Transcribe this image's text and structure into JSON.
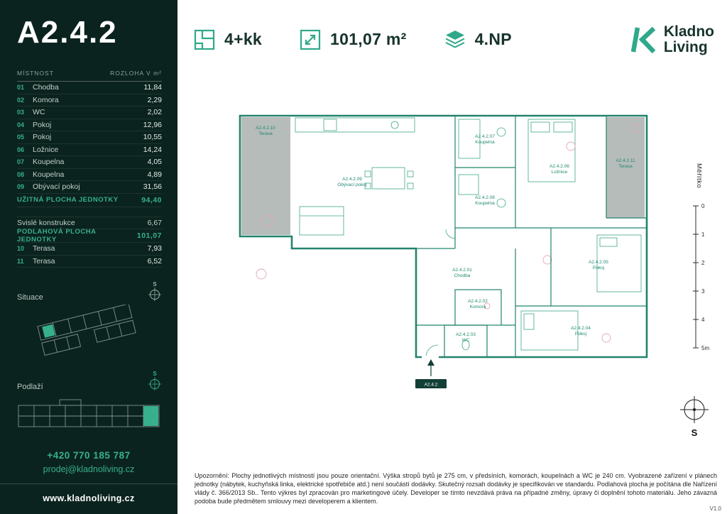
{
  "colors": {
    "accent": "#36b08d",
    "sidebar_bg": "#0b231e",
    "plan_line": "#23836d",
    "brand_green": "#2fa98a",
    "terrace_gray": "#b6bcba"
  },
  "icons": {
    "layout-icon": "floor-plan square glyph",
    "area-icon": "square with diagonal arrow",
    "floor-icon": "stacked layers",
    "compass-icon": "crosshair circle with S (north)",
    "logo-mark": "green angular K monogram"
  },
  "sidebar": {
    "unit_title": "A2.4.2",
    "table": {
      "header_room": "MÍSTNOST",
      "header_area": "ROZLOHA V m²",
      "rooms": [
        {
          "num": "01",
          "name": "Chodba",
          "area": "11,84"
        },
        {
          "num": "02",
          "name": "Komora",
          "area": "2,29"
        },
        {
          "num": "03",
          "name": "WC",
          "area": "2,02"
        },
        {
          "num": "04",
          "name": "Pokoj",
          "area": "12,96"
        },
        {
          "num": "05",
          "name": "Pokoj",
          "area": "10,55"
        },
        {
          "num": "06",
          "name": "Ložnice",
          "area": "14,24"
        },
        {
          "num": "07",
          "name": "Koupelna",
          "area": "4,05"
        },
        {
          "num": "08",
          "name": "Koupelna",
          "area": "4,89"
        },
        {
          "num": "09",
          "name": "Obývací pokoj",
          "area": "31,56"
        }
      ],
      "usable": {
        "label": "UŽITNÁ PLOCHA JEDNOTKY",
        "value": "94,40"
      },
      "vertical": {
        "label": "Svislé konstrukce",
        "value": "6,67"
      },
      "floor_total": {
        "label": "PODLAHOVÁ PLOCHA JEDNOTKY",
        "value": "101,07"
      },
      "terraces": [
        {
          "num": "10",
          "name": "Terasa",
          "area": "7,93"
        },
        {
          "num": "11",
          "name": "Terasa",
          "area": "6,52"
        }
      ]
    },
    "situace_label": "Situace",
    "podlazi_label": "Podlaží",
    "phone": "+420 770 185 787",
    "email": "prodej@kladnoliving.cz",
    "website": "www.kladnoliving.cz"
  },
  "header": {
    "layout": "4+kk",
    "area": "101,07 m²",
    "floor": "4.NP",
    "brand_line1": "Kladno",
    "brand_line2": "Living"
  },
  "plan": {
    "rooms": [
      {
        "code": "A2.4.2.10",
        "name": "Terasa"
      },
      {
        "code": "A2.4.2.09",
        "name": "Obývací pokoj"
      },
      {
        "code": "A2.4.2.07",
        "name": "Koupelna"
      },
      {
        "code": "A2.4.2.08",
        "name": "Koupelna"
      },
      {
        "code": "A2.4.2.06",
        "name": "Ložnice"
      },
      {
        "code": "A2.4.2.11",
        "name": "Terasa"
      },
      {
        "code": "A2.4.2.01",
        "name": "Chodba"
      },
      {
        "code": "A2.4.2.02",
        "name": "Komora"
      },
      {
        "code": "A2.4.2.03",
        "name": "WC"
      },
      {
        "code": "A2.4.2.05",
        "name": "Pokoj"
      },
      {
        "code": "A2.4.2.04",
        "name": "Pokoj"
      }
    ],
    "entry_label": "A2.4.2",
    "scale_label": "Měřítko",
    "scale_ticks": [
      "0",
      "1",
      "2",
      "3",
      "4",
      "5m"
    ],
    "compass": "S"
  },
  "footer": {
    "disclaimer": "Upozornění: Plochy jednotlivých místností jsou pouze orientační. Výška stropů bytů je 275 cm, v předsíních, komorách, koupelnách a WC je 240 cm. Vyobrazené zařízení v plánech jednotky (nábytek, kuchyňská linka, elektrické spotřebiče atd.) není součástí dodávky. Skutečný rozsah dodávky je specifikován ve standardu. Podlahová plocha je počítána dle Nařízení vlády č. 366/2013 Sb.. Tento výkres byl zpracován pro marketingové účely. Developer se tímto nevzdává práva na případné změny, úpravy či doplnění tohoto materiálu. Jeho závazná podoba bude předmětem smlouvy mezi developerem a klientem.",
    "version": "V1.0"
  }
}
